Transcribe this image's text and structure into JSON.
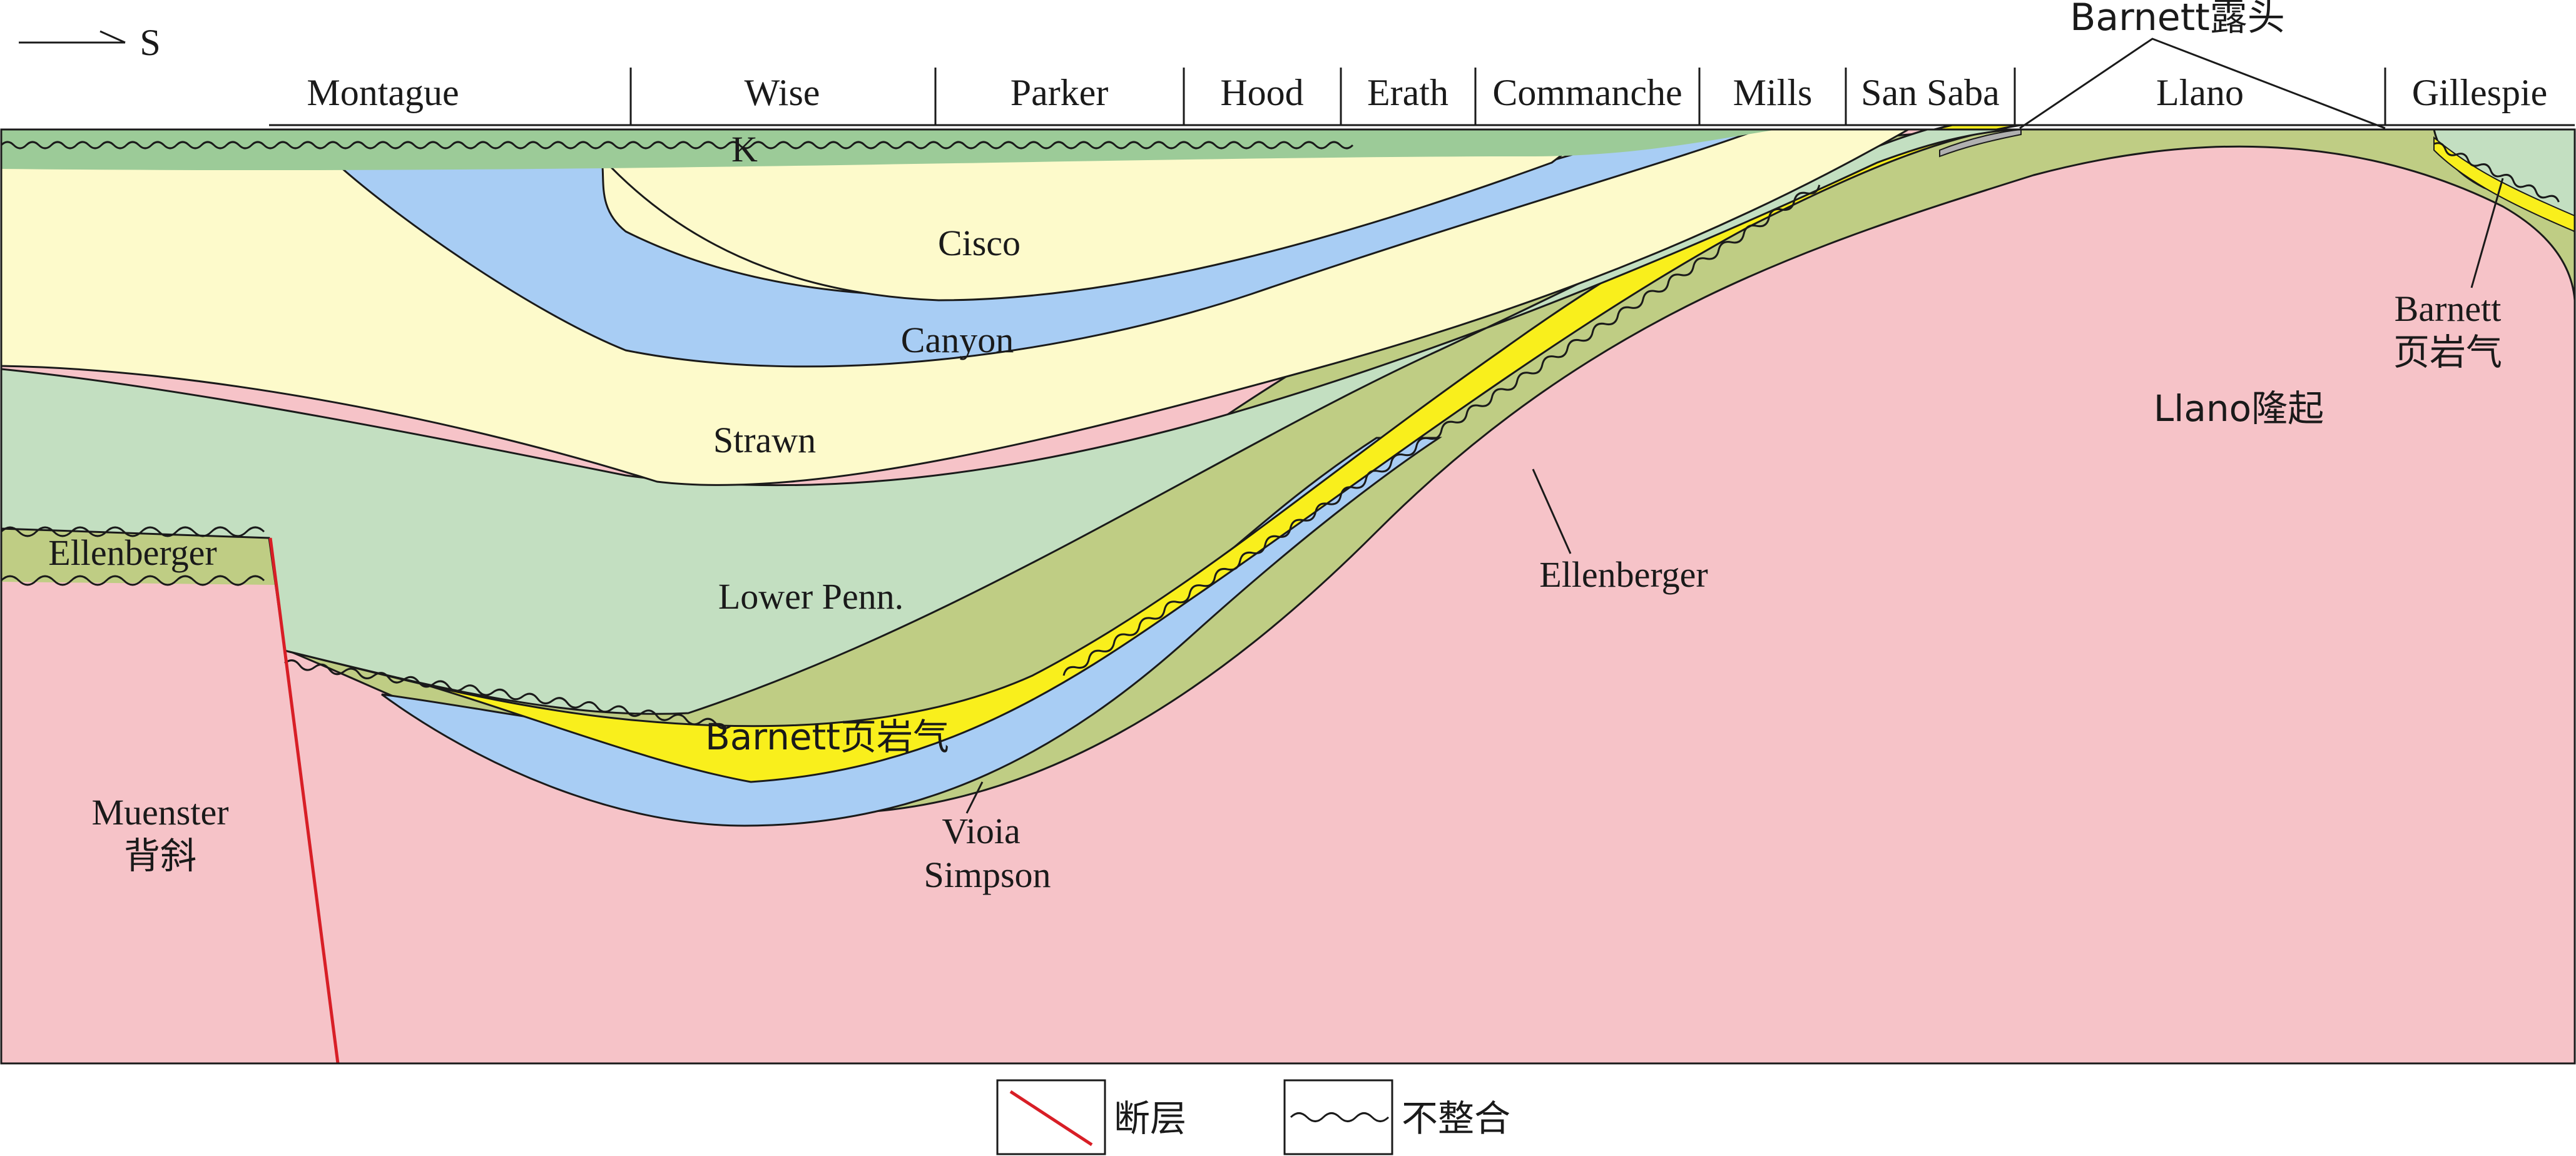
{
  "direction": {
    "label": "S"
  },
  "counties": [
    "Montague",
    "Wise",
    "Parker",
    "Hood",
    "Erath",
    "Commanche",
    "Mills",
    "San Saba",
    "Llano",
    "Gillespie"
  ],
  "outcrop_label": "Barnett露头",
  "units": {
    "K": "K",
    "Cisco": "Cisco",
    "Canyon": "Canyon",
    "Strawn": "Strawn",
    "LowerPenn": "Lower Penn.",
    "Ellenberger_left": "Ellenberger",
    "Ellenberger_right": "Ellenberger",
    "Barnett_center": "Barnett页岩气",
    "Vioia": "Vioia",
    "Simpson": "Simpson",
    "Muenster_1": "Muenster",
    "Muenster_2": "背斜",
    "Llano": "Llano隆起",
    "Barnett_right_1": "Barnett",
    "Barnett_right_2": "页岩气"
  },
  "legend": {
    "fault": "断层",
    "unconformity": "不整合"
  },
  "colors": {
    "K": "#9ccb98",
    "Cisco_Strawn": "#fdfacb",
    "Canyon": "#a8cdf4",
    "LowerPenn": "#c3dfc1",
    "Barnett": "#f9ef1c",
    "Ellenberger": "#bfcd84",
    "Basement": "#f6c3c8",
    "Fault": "#d81e26"
  }
}
